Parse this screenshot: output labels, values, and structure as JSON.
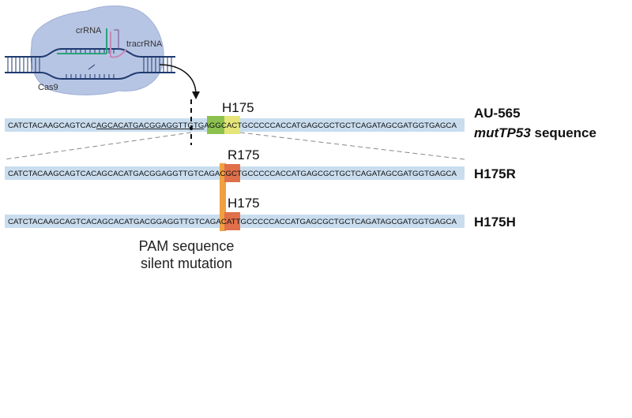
{
  "cas9": {
    "crrna_label": "crRNA",
    "tracrrna_label": "tracrRNA",
    "cas9_label": "Cas9"
  },
  "sequences": [
    {
      "name": "AU-565",
      "subtitle_italic": "mutTP53",
      "subtitle_rest": " sequence",
      "codon_label": "H175",
      "parts": [
        "CATCTACAAGCAGTCAC",
        "AGCACATGACGGAGGTTGTG",
        "AGGCACT",
        "GCCCCCACCATGAGCGCTGCTCAGATAGCGATGGTGAGCA"
      ]
    },
    {
      "name": "H175R",
      "codon_label": "R175",
      "text": "CATCTACAAGCAGTCACAGCACATGACGGAGGTTGTCAGACGCTGCCCCCACCATGAGCGCTGCTCAGATAGCGATGGTGAGCA"
    },
    {
      "name": "H175H",
      "codon_label": "H175",
      "text": "CATCTACAAGCAGTCACAGCACATGACGGAGGTTGTCAGACATTGCCCCCACCATGAGCGCTGCTCAGATAGCGATGGTGAGCA"
    }
  ],
  "annotation": {
    "line1": "PAM sequence",
    "line2": "silent mutation"
  },
  "colors": {
    "strip": "#c9ddef",
    "cas9_blob": "#b7c5e4",
    "pam_green": "#8cc14f",
    "codon_yellow": "#e6e57a",
    "codon_orange": "#e0704a",
    "silent_orange": "#f0a040",
    "crrna": "#2aa37a",
    "tracrrna": "#c78ab8",
    "dna": "#1e3a6e"
  }
}
